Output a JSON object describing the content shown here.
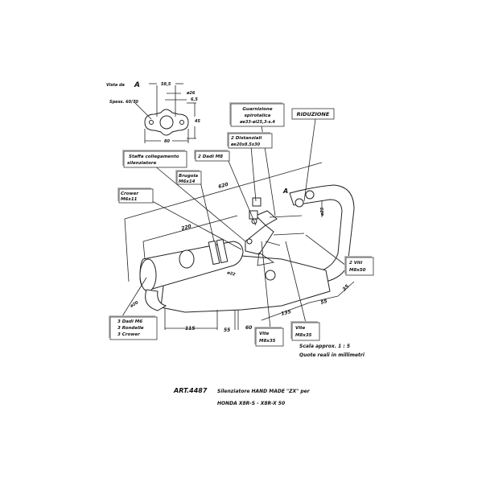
{
  "view": {
    "label": "Vista da",
    "letter": "A",
    "dim_width": "58,5",
    "dim_diam": "ø26",
    "dim_offset": "6,5",
    "thickness": "Spess. 60/70",
    "dim_height": "45",
    "dim_base": "80"
  },
  "callouts": {
    "gasket": [
      "Guarnizione",
      "spirotalica",
      "øe33-øi25,3-s.4"
    ],
    "reduction": "RIDUZIONE",
    "spacers": [
      "2 Distanziali",
      "øe20x8.5x30"
    ],
    "bracket": [
      "Staffa collegamento",
      "silenziatore"
    ],
    "nuts_m8": "2 Dadi M8",
    "allen": [
      "Brugola",
      "M6x14"
    ],
    "grower": [
      "Crower",
      "M6x11"
    ],
    "nuts_m6": [
      "3 Dadi M6",
      "3 Rondelle",
      "3 Crower"
    ],
    "screw_a": [
      "Vite",
      "M8x35"
    ],
    "screw_b": [
      "Vite",
      "M8x35"
    ],
    "screws_m8x50": [
      "2 Viti",
      "M8x50"
    ],
    "view_marker": "A"
  },
  "dimensions": {
    "d620": "620",
    "d220": "220",
    "d25": "ø25",
    "d22": "ø22",
    "d20": "ø20",
    "d115": "115",
    "d55a": "55",
    "d60": "60",
    "d135": "135",
    "d55b": "55",
    "d35": "35"
  },
  "notes": {
    "scale": "Scala approx. 1 : 5",
    "units": "Quote reali in millimetri"
  },
  "title": {
    "art": "ART.4487",
    "desc": "Silenziatore HAND MADE \"ZX\"   per",
    "model": "HONDA X8R-S  -  X8R-X 50"
  }
}
